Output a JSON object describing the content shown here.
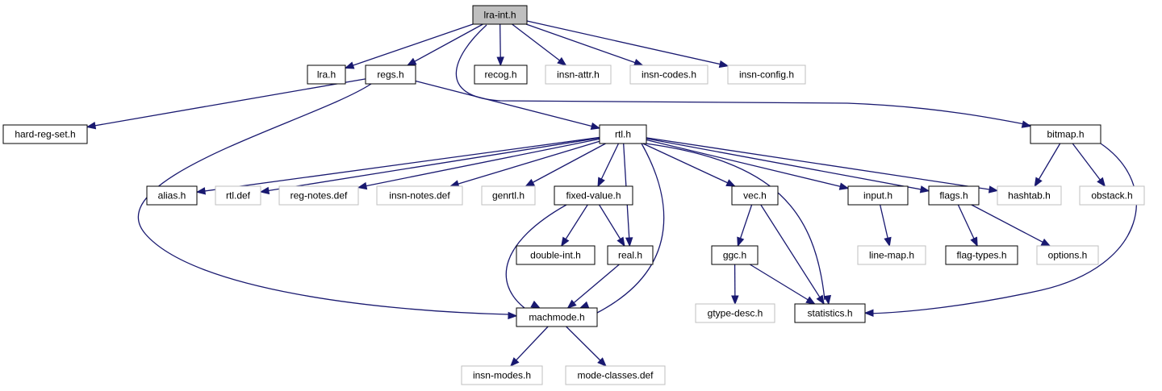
{
  "graph": {
    "nodes": [
      {
        "id": "lra-int",
        "label": "lra-int.h",
        "style": "root"
      },
      {
        "id": "lra",
        "label": "lra.h",
        "style": "normal"
      },
      {
        "id": "regs",
        "label": "regs.h",
        "style": "normal"
      },
      {
        "id": "recog",
        "label": "recog.h",
        "style": "normal"
      },
      {
        "id": "insn-attr",
        "label": "insn-attr.h",
        "style": "missing"
      },
      {
        "id": "insn-codes",
        "label": "insn-codes.h",
        "style": "missing"
      },
      {
        "id": "insn-config",
        "label": "insn-config.h",
        "style": "missing"
      },
      {
        "id": "hard-reg-set",
        "label": "hard-reg-set.h",
        "style": "normal"
      },
      {
        "id": "rtl",
        "label": "rtl.h",
        "style": "normal"
      },
      {
        "id": "bitmap",
        "label": "bitmap.h",
        "style": "normal"
      },
      {
        "id": "alias",
        "label": "alias.h",
        "style": "normal"
      },
      {
        "id": "rtl-def",
        "label": "rtl.def",
        "style": "missing"
      },
      {
        "id": "reg-notes",
        "label": "reg-notes.def",
        "style": "missing"
      },
      {
        "id": "insn-notes",
        "label": "insn-notes.def",
        "style": "missing"
      },
      {
        "id": "genrtl",
        "label": "genrtl.h",
        "style": "missing"
      },
      {
        "id": "fixed-value",
        "label": "fixed-value.h",
        "style": "normal"
      },
      {
        "id": "vec",
        "label": "vec.h",
        "style": "normal"
      },
      {
        "id": "input",
        "label": "input.h",
        "style": "normal"
      },
      {
        "id": "flags",
        "label": "flags.h",
        "style": "normal"
      },
      {
        "id": "hashtab",
        "label": "hashtab.h",
        "style": "missing"
      },
      {
        "id": "obstack",
        "label": "obstack.h",
        "style": "missing"
      },
      {
        "id": "double-int",
        "label": "double-int.h",
        "style": "normal"
      },
      {
        "id": "real",
        "label": "real.h",
        "style": "normal"
      },
      {
        "id": "ggc",
        "label": "ggc.h",
        "style": "normal"
      },
      {
        "id": "line-map",
        "label": "line-map.h",
        "style": "missing"
      },
      {
        "id": "flag-types",
        "label": "flag-types.h",
        "style": "normal"
      },
      {
        "id": "options",
        "label": "options.h",
        "style": "missing"
      },
      {
        "id": "machmode",
        "label": "machmode.h",
        "style": "normal"
      },
      {
        "id": "gtype-desc",
        "label": "gtype-desc.h",
        "style": "missing"
      },
      {
        "id": "statistics",
        "label": "statistics.h",
        "style": "normal"
      },
      {
        "id": "insn-modes",
        "label": "insn-modes.h",
        "style": "missing"
      },
      {
        "id": "mode-classes",
        "label": "mode-classes.def",
        "style": "missing"
      }
    ],
    "edges": [
      [
        "lra-int",
        "lra"
      ],
      [
        "lra-int",
        "regs"
      ],
      [
        "lra-int",
        "recog"
      ],
      [
        "lra-int",
        "insn-attr"
      ],
      [
        "lra-int",
        "insn-codes"
      ],
      [
        "lra-int",
        "insn-config"
      ],
      [
        "lra-int",
        "bitmap"
      ],
      [
        "regs",
        "hard-reg-set"
      ],
      [
        "regs",
        "rtl"
      ],
      [
        "regs",
        "machmode"
      ],
      [
        "rtl",
        "alias"
      ],
      [
        "rtl",
        "rtl-def"
      ],
      [
        "rtl",
        "reg-notes"
      ],
      [
        "rtl",
        "insn-notes"
      ],
      [
        "rtl",
        "genrtl"
      ],
      [
        "rtl",
        "fixed-value"
      ],
      [
        "rtl",
        "vec"
      ],
      [
        "rtl",
        "input"
      ],
      [
        "rtl",
        "flags"
      ],
      [
        "rtl",
        "hashtab"
      ],
      [
        "rtl",
        "real"
      ],
      [
        "rtl",
        "machmode"
      ],
      [
        "rtl",
        "statistics"
      ],
      [
        "bitmap",
        "hashtab"
      ],
      [
        "bitmap",
        "obstack"
      ],
      [
        "bitmap",
        "statistics"
      ],
      [
        "fixed-value",
        "double-int"
      ],
      [
        "fixed-value",
        "real"
      ],
      [
        "fixed-value",
        "machmode"
      ],
      [
        "real",
        "machmode"
      ],
      [
        "vec",
        "ggc"
      ],
      [
        "vec",
        "statistics"
      ],
      [
        "ggc",
        "gtype-desc"
      ],
      [
        "ggc",
        "statistics"
      ],
      [
        "input",
        "line-map"
      ],
      [
        "flags",
        "flag-types"
      ],
      [
        "flags",
        "options"
      ],
      [
        "machmode",
        "insn-modes"
      ],
      [
        "machmode",
        "mode-classes"
      ]
    ],
    "colors": {
      "root_fill": "#bfbfbf",
      "node_border": "#000000",
      "missing_border": "#bfbfbf",
      "edge": "#191970",
      "text": "#000000"
    }
  }
}
